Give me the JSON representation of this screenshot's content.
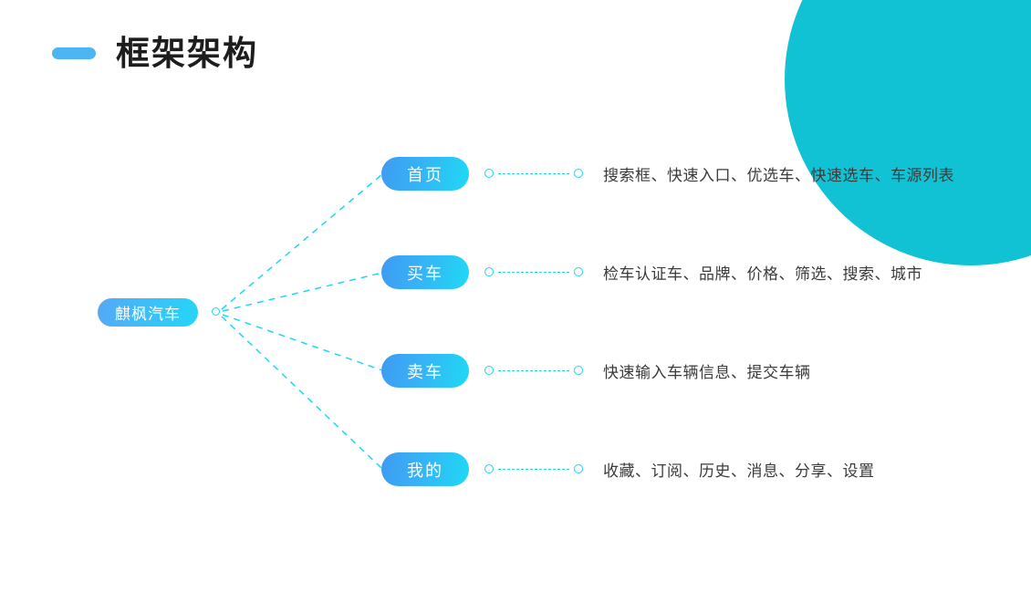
{
  "slide": {
    "title": "框架架构",
    "accent_blue": "#4db6f2",
    "accent_teal": "#11c2d4",
    "accent_cyan": "#1ad8f5",
    "text_color": "#3b3b3b",
    "background": "#ffffff"
  },
  "diagram": {
    "root": {
      "label": "麒枫汽车"
    },
    "branches": [
      {
        "label": "首页",
        "description": "搜索框、快速入口、优选车、快速选车、车源列表"
      },
      {
        "label": "买车",
        "description": "检车认证车、品牌、价格、筛选、搜索、城市"
      },
      {
        "label": "卖车",
        "description": "快速输入车辆信息、提交车辆"
      },
      {
        "label": "我的",
        "description": "收藏、订阅、历史、消息、分享、设置"
      }
    ]
  }
}
